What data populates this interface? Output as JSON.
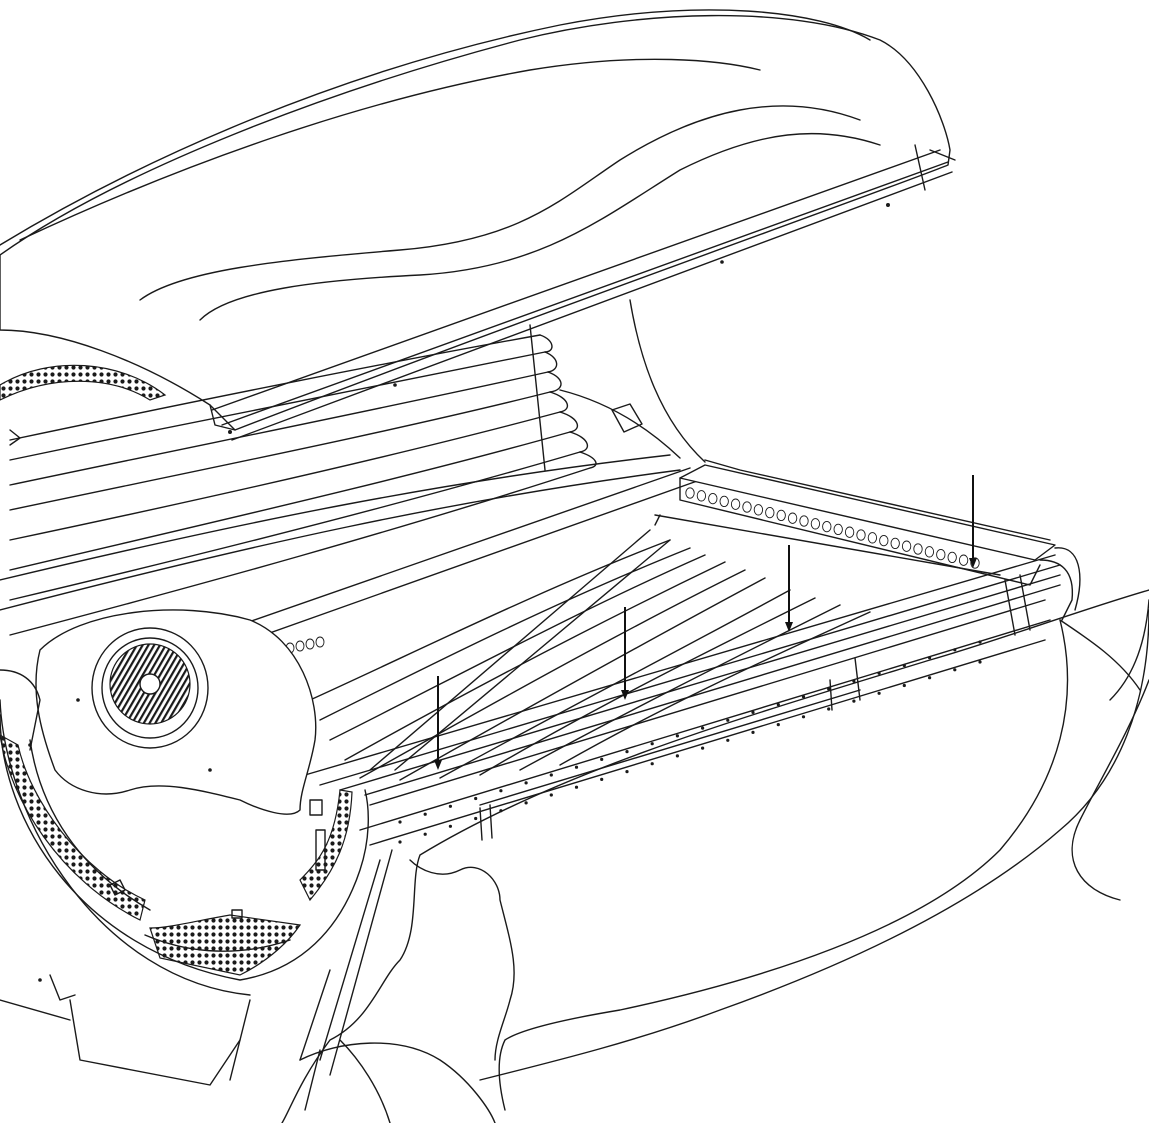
{
  "figure": {
    "colors": {
      "line": "#1a1a1a",
      "background": "#ffffff"
    },
    "callouts": [
      {
        "id": "arrow-1"
      },
      {
        "id": "arrow-2"
      },
      {
        "id": "arrow-3"
      },
      {
        "id": "arrow-4"
      }
    ]
  }
}
